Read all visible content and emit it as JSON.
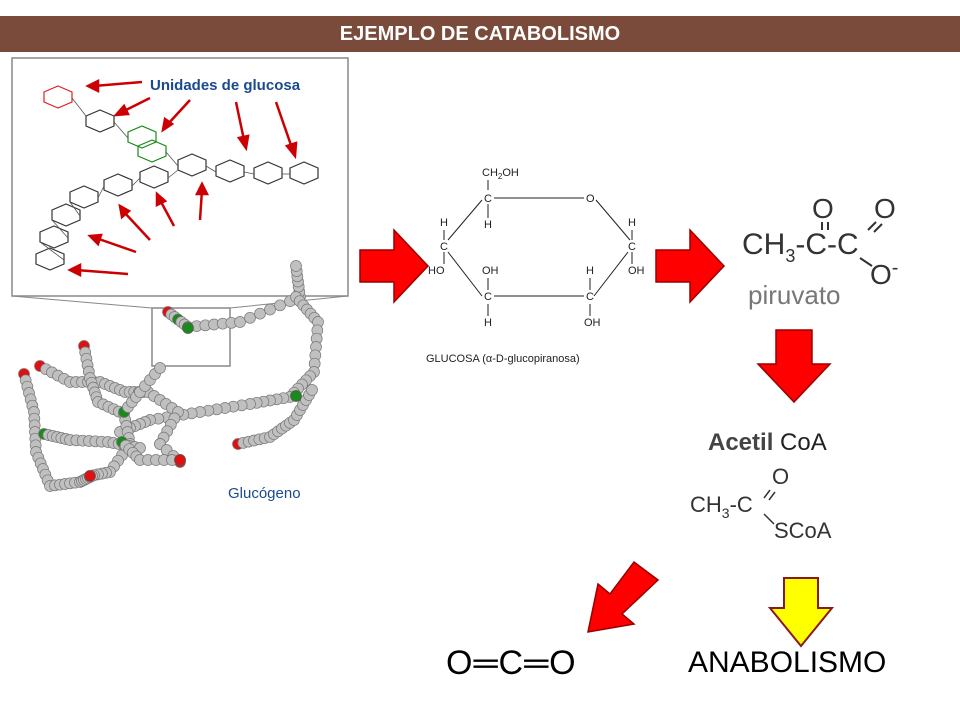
{
  "header": {
    "title": "EJEMPLO DE CATABOLISMO"
  },
  "glycogen": {
    "glucose_units_label": "Unidades de glucosa",
    "glycogen_label": "Glucógeno"
  },
  "glucose": {
    "ch2oh": "CH",
    "ch2oh_sub": "2",
    "ch2oh_end": "OH",
    "caption": "GLUCOSA (α-D-glucopiranosa)"
  },
  "pyruvate": {
    "label": "piruvato",
    "formula_left": "CH",
    "formula_sub": "3",
    "ion": "O"
  },
  "acetyl": {
    "label_bold": "Acetil",
    "label_rest": " CoA",
    "ch3": "CH",
    "ch3_sub": "3",
    "scoa": "SCoA"
  },
  "products": {
    "co2": "O═C═O",
    "anabolism": "ANABOLISMO"
  },
  "colors": {
    "header_bg": "#7a4a3a",
    "arrow_red": "#ff0000",
    "arrow_yellow": "#ffff00",
    "bead_green": "#1a8a1a",
    "bead_red": "#e01010",
    "bead_gray": "#c0c0c0"
  }
}
